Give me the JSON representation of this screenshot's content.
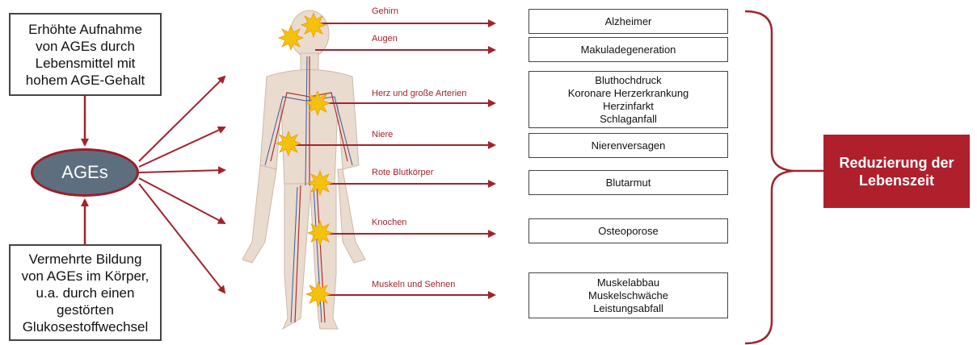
{
  "sources": {
    "top": [
      "Erhöhte Aufnahme",
      "von AGEs durch",
      "Lebensmittel mit",
      "hohem AGE-Gehalt"
    ],
    "bottom": [
      "Vermehrte Bildung",
      "von AGEs im Körper,",
      "u.a. durch einen",
      "gestörten",
      "Glukosestoffwechsel"
    ]
  },
  "center": "AGEs",
  "organs": [
    "Gehirn",
    "Augen",
    "Herz und große Arterien",
    "Niere",
    "Rote Blutkörper",
    "Knochen",
    "Muskeln und Sehnen"
  ],
  "diseases": [
    [
      "Alzheimer"
    ],
    [
      "Makuladegeneration"
    ],
    [
      "Bluthochdruck",
      "Koronare Herzerkrankung",
      "Herzinfarkt",
      "Schlaganfall"
    ],
    [
      "Nierenversagen"
    ],
    [
      "Blutarmut"
    ],
    [
      "Osteoporose"
    ],
    [
      "Muskelabbau",
      "Muskelschwäche",
      "Leistungsabfall"
    ]
  ],
  "result": [
    "Reduzierung der",
    "Lebenszeit"
  ],
  "colors": {
    "arrow": "#a3232b",
    "result_bg": "#b01f2c",
    "ellipse_fill": "#5d6e7e",
    "star": "#f4c20d"
  },
  "icons": {
    "figure": "human-anatomy-illustration",
    "marker": "burst-star-icon"
  }
}
